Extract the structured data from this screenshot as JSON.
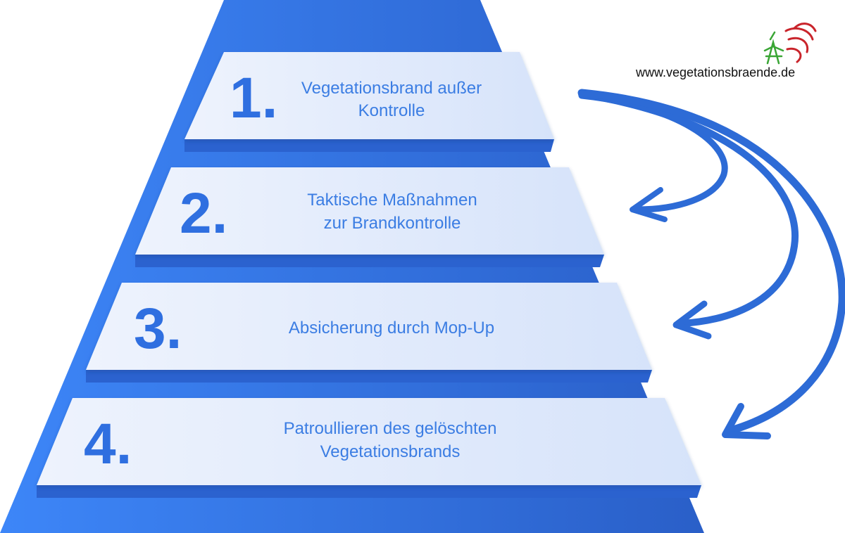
{
  "site_url": "www.vegetationsbraende.de",
  "colors": {
    "pyramid_light": "#3d86f8",
    "pyramid_dark": "#2a5fc8",
    "band_shadow": "#2b62cf",
    "band_fill_start": "#eef3fd",
    "band_fill_end": "#d6e3fa",
    "number": "#2f6fe0",
    "label": "#3b7de3",
    "arrow": "#2d6bd6",
    "logo_green": "#3aa635",
    "logo_red": "#c9242b"
  },
  "icons": {
    "logo": "vegetation-fire-logo-icon",
    "arrows": "curved-arrow-icon"
  },
  "steps": [
    {
      "number": "1.",
      "lines": [
        "Vegetationsbrand außer",
        "Kontrolle"
      ]
    },
    {
      "number": "2.",
      "lines": [
        "Taktische Maßnahmen",
        "zur Brandkontrolle"
      ]
    },
    {
      "number": "3.",
      "lines": [
        "Absicherung durch Mop-Up"
      ]
    },
    {
      "number": "4.",
      "lines": [
        "Patroullieren des gelöschten",
        "Vegetationsbrands"
      ]
    }
  ]
}
